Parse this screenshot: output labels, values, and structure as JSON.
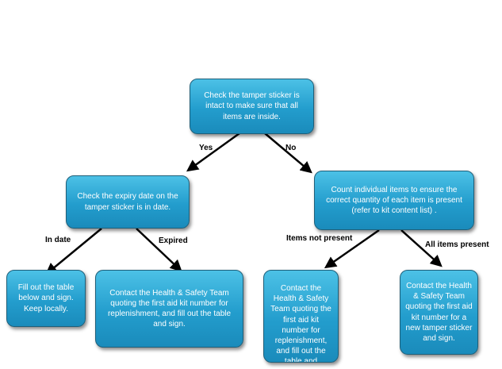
{
  "nodes": {
    "check_tamper": "Check the tamper sticker is intact  to make sure that all items are inside.",
    "check_expiry": "Check the expiry date on the tamper sticker is in date.",
    "count_items": "Count individual items to ensure the correct quantity of each item is present (refer to kit content list) .",
    "fill_table": "Fill out the table below and sign. Keep locally.",
    "contact_replenish_expired": "Contact the Health & Safety Team quoting the first aid kit number for replenishment, and fill out the table and sign.",
    "contact_replenish_missing": "Contact the Health & Safety Team quoting the first aid kit number for replenishment, and fill out the table and",
    "contact_new_sticker": "Contact the Health & Safety Team quoting the first aid kit number for a new tamper sticker and sign."
  },
  "edges": {
    "yes": "Yes",
    "no": "No",
    "in_date": "In date",
    "expired": "Expired",
    "items_not_present": "Items not present",
    "all_items_present": "All items present"
  },
  "colors": {
    "box_fill_top": "#4cc1e6",
    "box_fill_bottom": "#1a8bbb",
    "box_border": "#1f5f79",
    "arrow": "#000000"
  }
}
